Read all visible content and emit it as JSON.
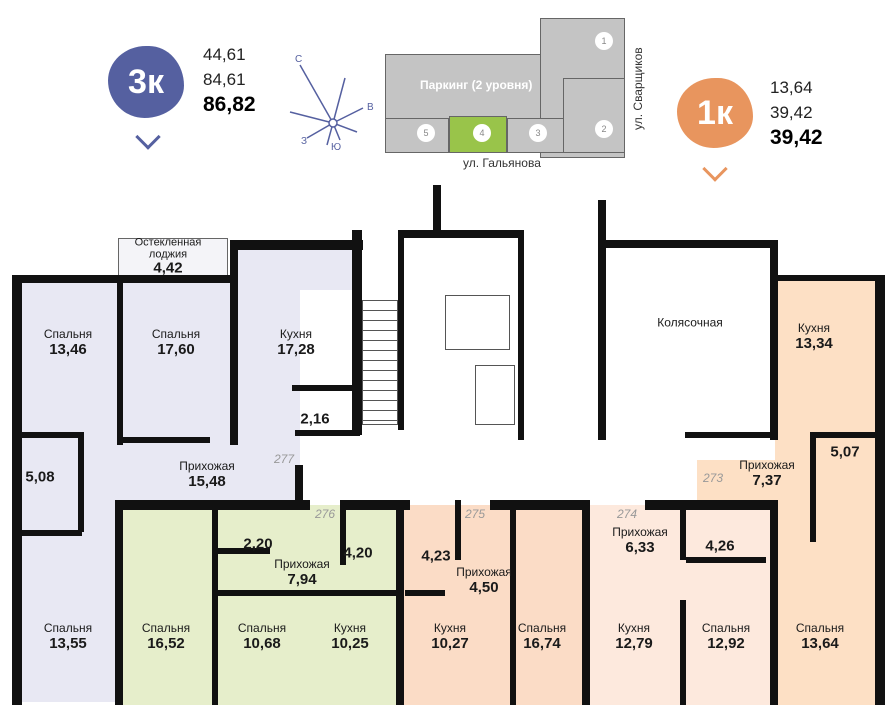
{
  "apartment_3k": {
    "badge": "3к",
    "area1": "44,61",
    "area2": "84,61",
    "total": "86,82",
    "color": "#5560a0"
  },
  "apartment_1k": {
    "badge": "1к",
    "area1": "13,64",
    "area2": "39,42",
    "total": "39,42",
    "color": "#e8955e"
  },
  "compass": {
    "n": "С",
    "e": "В",
    "s": "Ю",
    "w": "З"
  },
  "site_plan": {
    "parking": "Паркинг (2 уровня)",
    "sections": [
      "1",
      "2",
      "3",
      "4",
      "5"
    ],
    "street_bottom": "ул. Гальянова",
    "street_right": "ул. Сварщиков",
    "active_section": "4"
  },
  "unit_numbers": [
    "277",
    "276",
    "275",
    "274",
    "273"
  ],
  "rooms": [
    {
      "name": "Остекленная лоджия",
      "area": "4,42"
    },
    {
      "name": "Спальня",
      "area": "13,46"
    },
    {
      "name": "Спальня",
      "area": "17,60"
    },
    {
      "name": "Кухня",
      "area": "17,28"
    },
    {
      "name": "",
      "area": "2,16"
    },
    {
      "name": "",
      "area": "5,08"
    },
    {
      "name": "Прихожая",
      "area": "15,48"
    },
    {
      "name": "Спальня",
      "area": "13,55"
    },
    {
      "name": "Спальня",
      "area": "16,52"
    },
    {
      "name": "",
      "area": "2,20"
    },
    {
      "name": "Прихожая",
      "area": "7,94"
    },
    {
      "name": "",
      "area": "4,20"
    },
    {
      "name": "Спальня",
      "area": "10,68"
    },
    {
      "name": "Кухня",
      "area": "10,25"
    },
    {
      "name": "",
      "area": "4,23"
    },
    {
      "name": "Прихожая",
      "area": "4,50"
    },
    {
      "name": "Кухня",
      "area": "10,27"
    },
    {
      "name": "Спальня",
      "area": "16,74"
    },
    {
      "name": "Прихожая",
      "area": "6,33"
    },
    {
      "name": "",
      "area": "4,26"
    },
    {
      "name": "Кухня",
      "area": "12,79"
    },
    {
      "name": "Спальня",
      "area": "12,92"
    },
    {
      "name": "Кухня",
      "area": "13,34"
    },
    {
      "name": "Прихожая",
      "area": "7,37"
    },
    {
      "name": "",
      "area": "5,07"
    },
    {
      "name": "Спальня",
      "area": "13,64"
    },
    {
      "name": "Колясочная",
      "area": ""
    }
  ]
}
